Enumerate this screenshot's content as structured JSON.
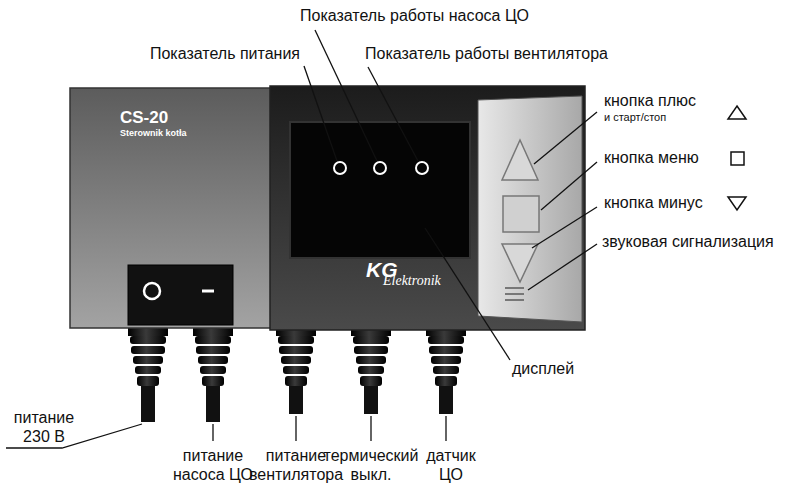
{
  "diagram": {
    "labels": [
      "Показатель работы насоса ЦО",
      "Показатель питания",
      "Показатель работы вентилятора",
      "CS-20",
      "Sterownik kotła",
      "кнопка плюс",
      "и старт/стоп",
      "кнопка меню",
      "кнопка минус",
      "звуковая сигнализация",
      "KG",
      "Elektronik",
      "дисплей",
      "питание 230 В",
      "питание насоса ЦО",
      "питание вентилятора",
      "термический выкл.",
      "датчик ЦО"
    ]
  }
}
